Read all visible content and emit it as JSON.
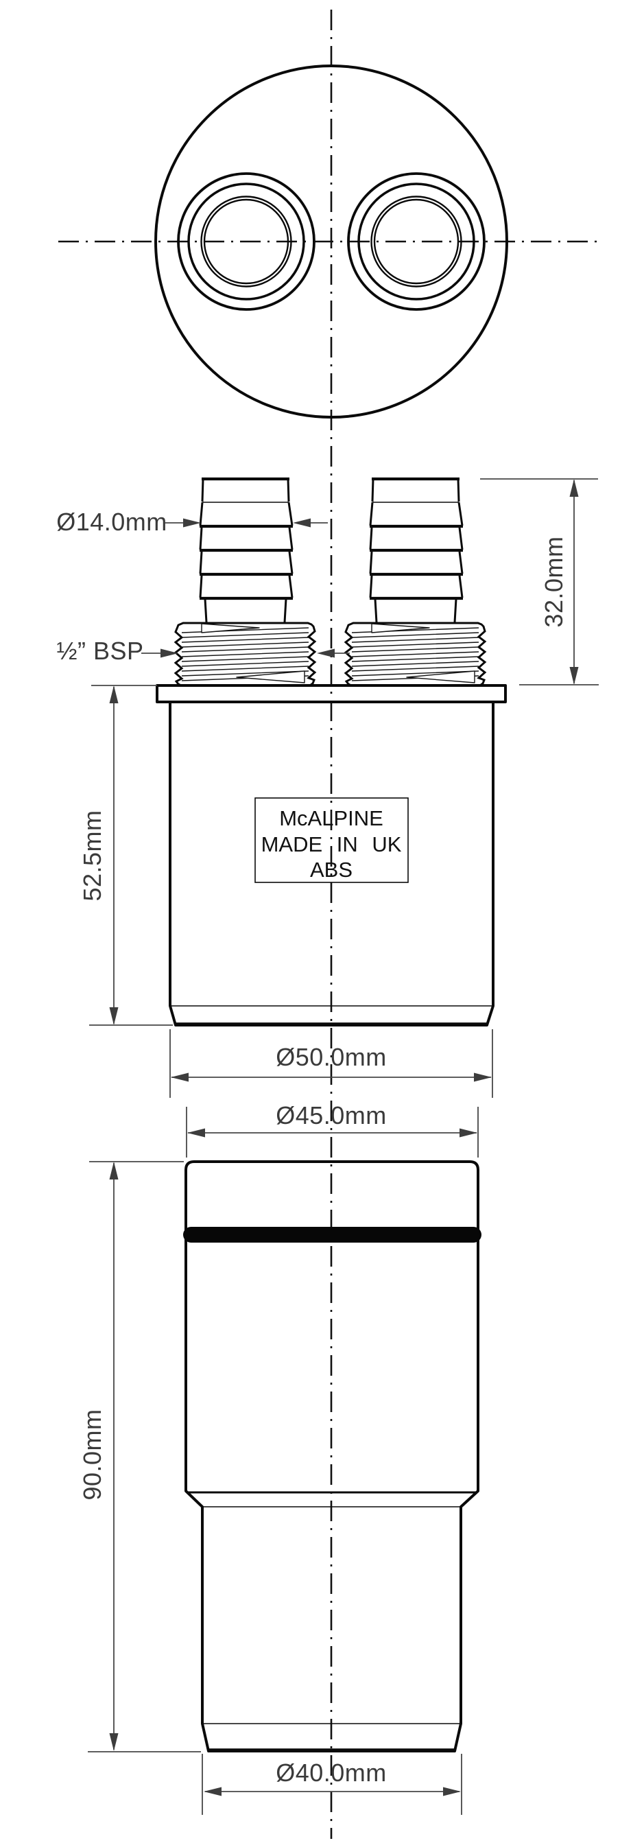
{
  "drawing": {
    "title": "McAlpine twin hose-tail tank connector - dimensioned technical drawing",
    "brand_label": {
      "line1": "McALPINE",
      "line2": "MADE IN UK",
      "line3": "ABS"
    },
    "dimensions": {
      "hose_tail_od": "Ø14.0mm",
      "thread_size": "½” BSP",
      "hose_tail_height": "32.0mm",
      "upper_body_height": "52.5mm",
      "upper_body_od": "Ø50.0mm",
      "seal_section_od": "Ø45.0mm",
      "lower_body_height": "90.0mm",
      "outlet_od": "Ø40.0mm"
    },
    "colors": {
      "line": "#0a0a0a",
      "dimension": "#474747",
      "seal_ring": "#070707",
      "background": "#ffffff"
    }
  }
}
